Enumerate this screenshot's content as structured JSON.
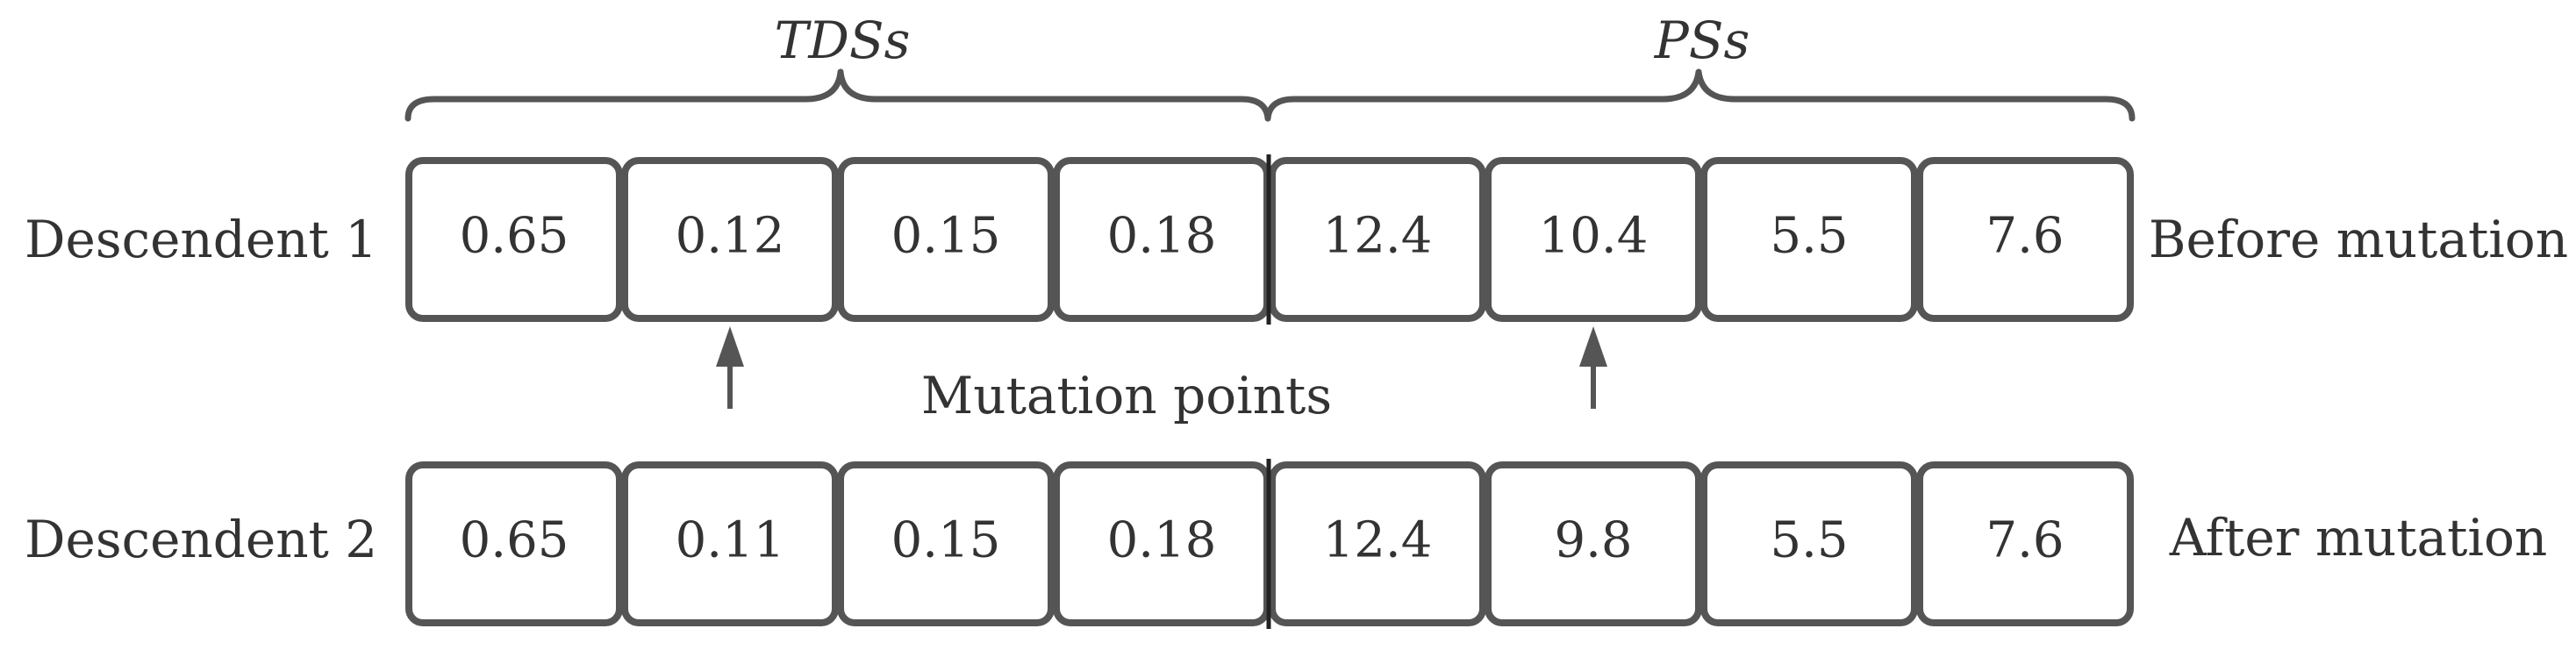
{
  "groups": {
    "tds_label": "TDSs",
    "ps_label": "PSs"
  },
  "rows": [
    {
      "label": "Descendent 1",
      "status": "Before mutation",
      "values": [
        "0.65",
        "0.12",
        "0.15",
        "0.18",
        "12.4",
        "10.4",
        "5.5",
        "7.6"
      ]
    },
    {
      "label": "Descendent 2",
      "status": "After mutation",
      "values": [
        "0.65",
        "0.11",
        "0.15",
        "0.18",
        "12.4",
        "9.8",
        "5.5",
        "7.6"
      ]
    }
  ],
  "mutation": {
    "label": "Mutation points",
    "indices": [
      1,
      5
    ]
  },
  "colors": {
    "stroke": "#555555",
    "text": "#333333",
    "divider": "#222222"
  }
}
